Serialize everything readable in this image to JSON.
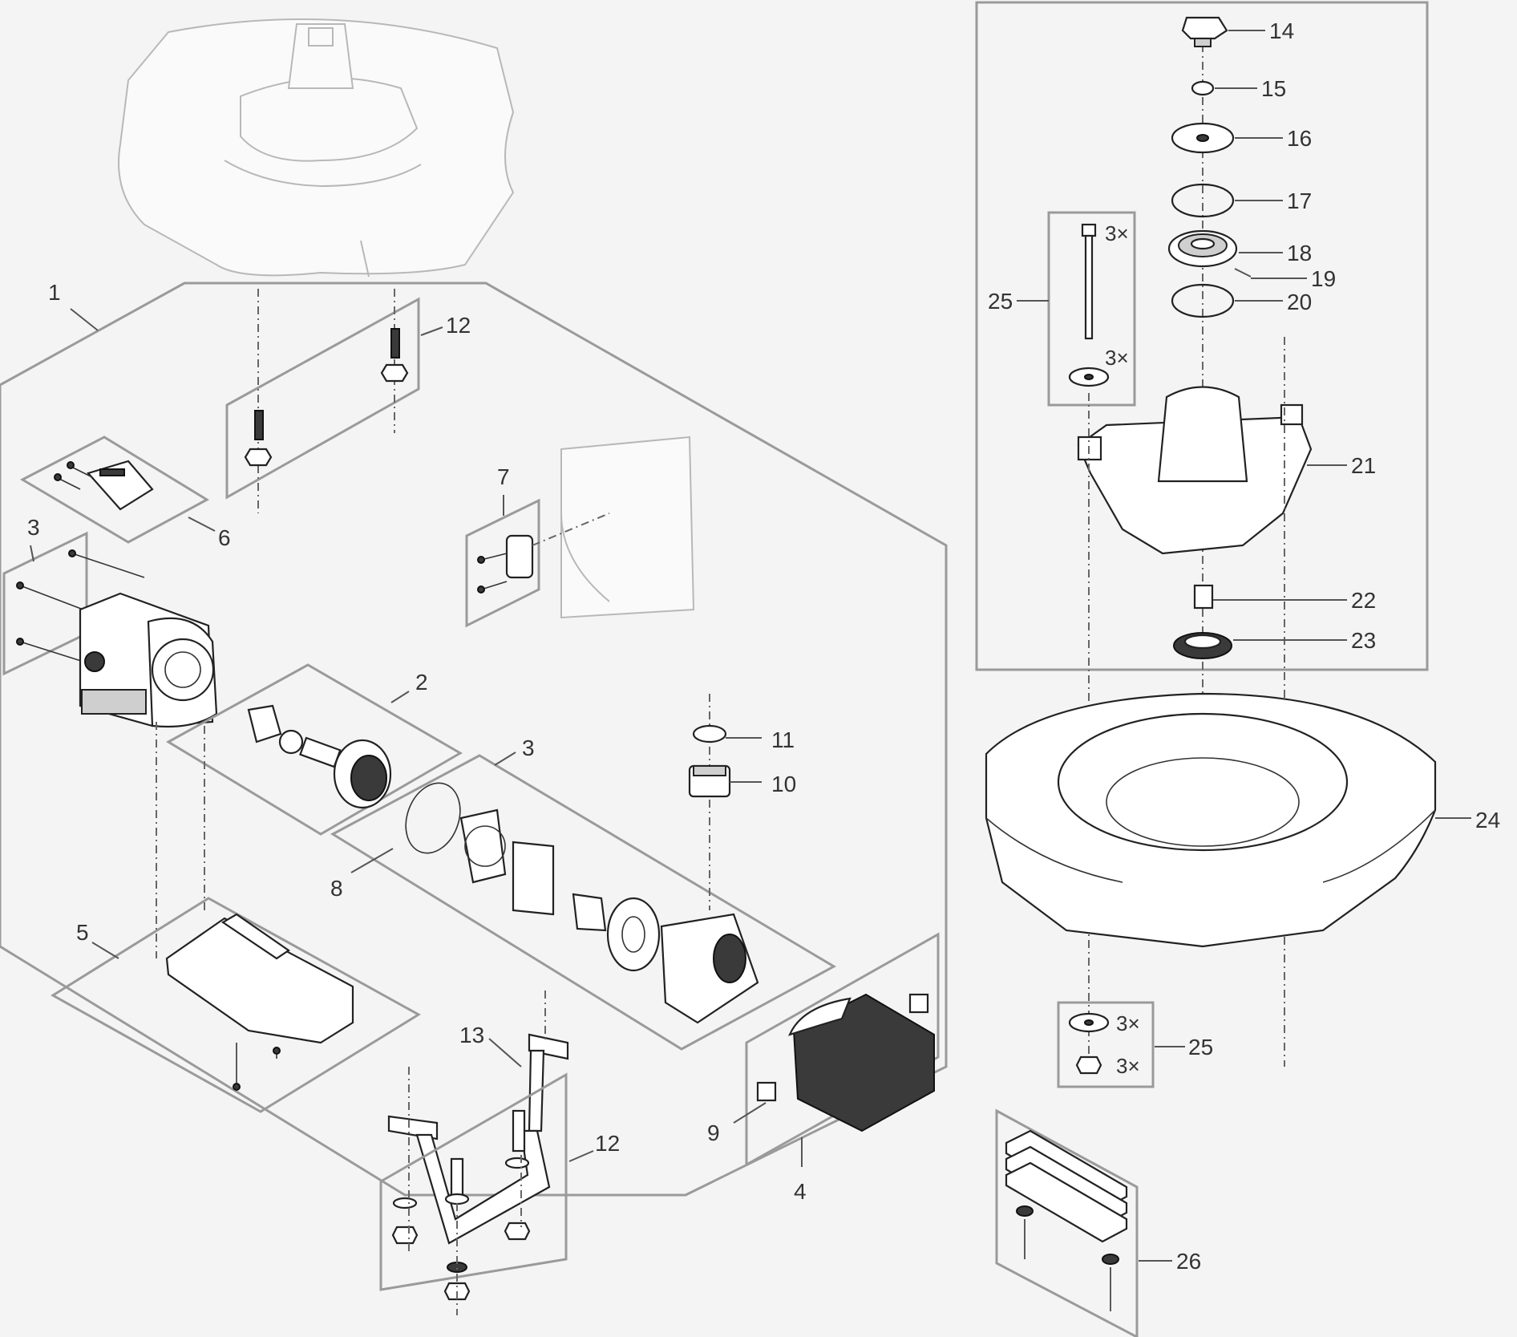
{
  "labels": {
    "l1": "1",
    "l2": "2",
    "l3a": "3",
    "l3b": "3",
    "l4": "4",
    "l5": "5",
    "l6": "6",
    "l7": "7",
    "l8": "8",
    "l9": "9",
    "l10": "10",
    "l11": "11",
    "l12a": "12",
    "l12b": "12",
    "l13": "13",
    "l14": "14",
    "l15": "15",
    "l16": "16",
    "l17": "17",
    "l18": "18",
    "l19": "19",
    "l20": "20",
    "l21": "21",
    "l22": "22",
    "l23": "23",
    "l24": "24",
    "l25a": "25",
    "l25b": "25",
    "l26": "26"
  },
  "quantities": {
    "bolt": "3×",
    "washer_top": "3×",
    "washer_bottom": "3×",
    "nut_bottom": "3×"
  }
}
